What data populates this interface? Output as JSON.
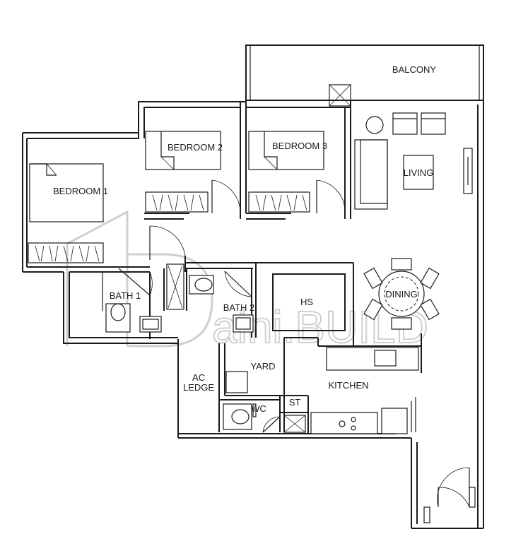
{
  "rooms": {
    "balcony": "BALCONY",
    "bedroom1": "BEDROOM 1",
    "bedroom2": "BEDROOM 2",
    "bedroom3": "BEDROOM 3",
    "living": "LIVING",
    "dining": "DINING",
    "bath1": "BATH 1",
    "bath2": "BATH 2",
    "hs": "HS",
    "yard": "YARD",
    "ac_ledge_line1": "AC",
    "ac_ledge_line2": "LEDGE",
    "kitchen": "KITCHEN",
    "wc": "WC",
    "st": "ST"
  },
  "watermark": {
    "text": "aini.BUILD"
  }
}
